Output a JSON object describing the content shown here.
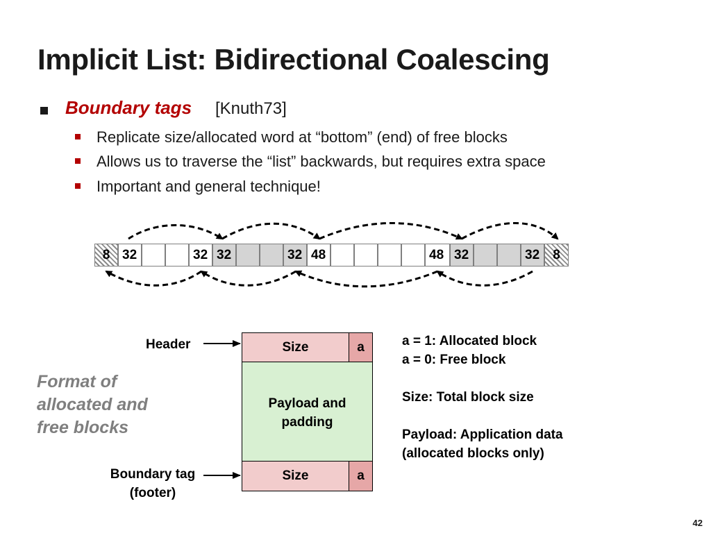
{
  "slide": {
    "title": "Implicit List: Bidirectional Coalescing",
    "bullet": {
      "emphasis": "Boundary tags",
      "reference": "[Knuth73]"
    },
    "sub_bullets": [
      "Replicate size/allocated word at “bottom” (end) of free blocks",
      "Allows us to traverse the “list” backwards, but requires extra space",
      "Important and general technique!"
    ],
    "page_number": "42"
  },
  "heap": {
    "cells": [
      "8",
      "32",
      "",
      "",
      "32",
      "32",
      "",
      "",
      "32",
      "48",
      "",
      "",
      "",
      "",
      "48",
      "32",
      "",
      "",
      "32",
      "8"
    ]
  },
  "format": {
    "side_label_lines": [
      "Format of",
      "allocated and",
      "free blocks"
    ],
    "header_label": "Header",
    "footer_label_lines": [
      "Boundary tag",
      "(footer)"
    ],
    "size_label": "Size",
    "a_label": "a",
    "payload_lines": [
      "Payload and",
      "padding"
    ],
    "legend": [
      "a = 1: Allocated block",
      "a = 0: Free block",
      "Size: Total block size",
      "Payload: Application data",
      "(allocated blocks only)"
    ]
  },
  "colors": {
    "title": "#1a1a1a",
    "emphasis": "#b30000",
    "header_fill": "#f2cccc",
    "a_fill": "#e6a7a7",
    "payload_fill": "#d8f0d2",
    "allocated_cell": "#d4d4d4",
    "side_label": "#7f7f7f"
  }
}
